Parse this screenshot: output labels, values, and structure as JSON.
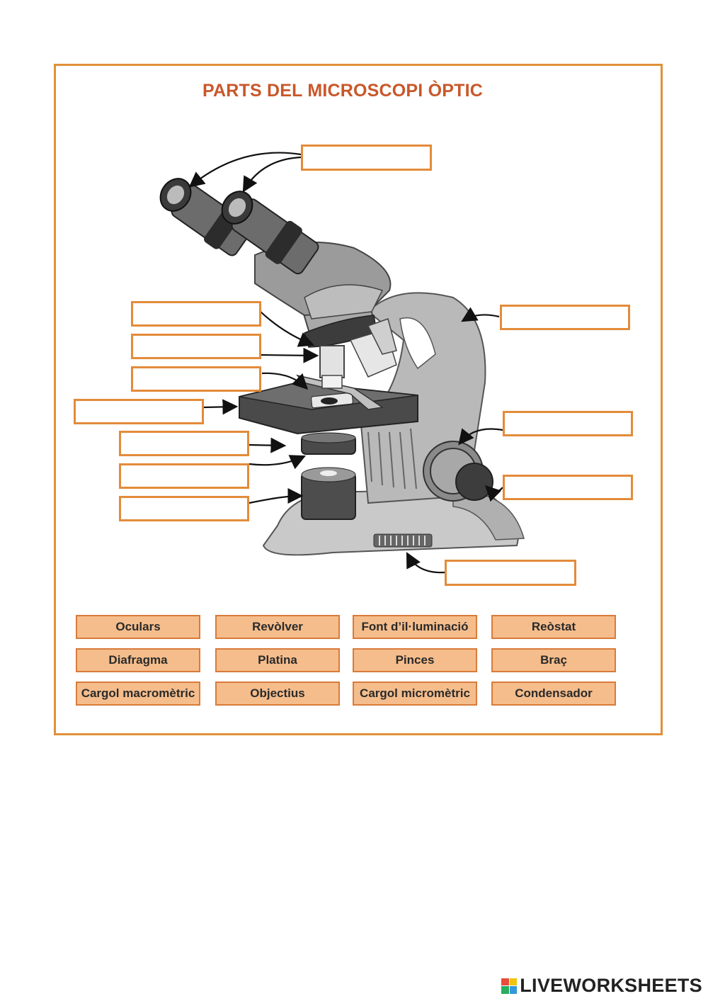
{
  "title": "PARTS DEL MICROSCOPI ÒPTIC",
  "word_bank": [
    [
      "Oculars",
      "Revòlver",
      "Font d’il·luminació",
      "Reòstat"
    ],
    [
      "Diafragma",
      "Platina",
      "Pinces",
      "Braç"
    ],
    [
      "Cargol macromètric",
      "Objectius",
      "Cargol micromètric",
      "Condensador"
    ]
  ],
  "brand": "LIVEWORKSHEETS"
}
